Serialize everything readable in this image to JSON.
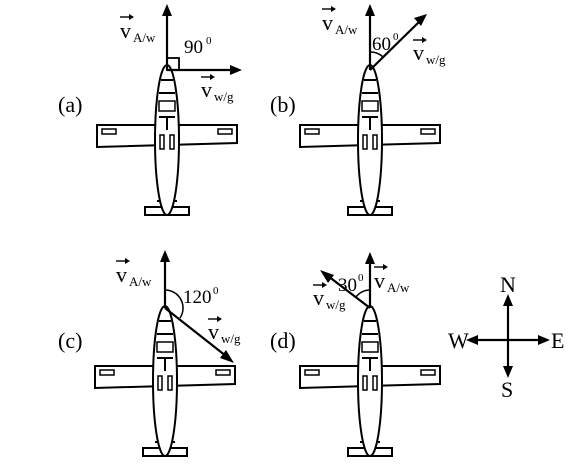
{
  "panels": [
    {
      "id": "a",
      "label": "(a)",
      "v_aw": "v",
      "v_aw_sub": "A/w",
      "v_wg": "v",
      "v_wg_sub": "w/g",
      "angle": "90",
      "deg": "0"
    },
    {
      "id": "b",
      "label": "(b)",
      "v_aw": "v",
      "v_aw_sub": "A/w",
      "v_wg": "v",
      "v_wg_sub": "w/g",
      "angle": "60",
      "deg": "0"
    },
    {
      "id": "c",
      "label": "(c)",
      "v_aw": "v",
      "v_aw_sub": "A/w",
      "v_wg": "v",
      "v_wg_sub": "w/g",
      "angle": "120",
      "deg": "0"
    },
    {
      "id": "d",
      "label": "(d)",
      "v_aw": "v",
      "v_aw_sub": "A/w",
      "v_wg": "v",
      "v_wg_sub": "w/g",
      "angle": "30",
      "deg": "0"
    }
  ],
  "compass": {
    "north": "N",
    "south": "S",
    "east": "E",
    "west": "W"
  }
}
